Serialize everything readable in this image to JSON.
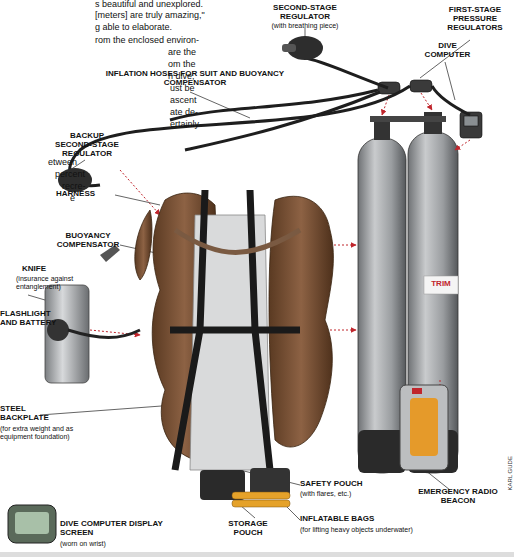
{
  "diagram": {
    "labels": [
      "SECOND-STAGE REGULATOR",
      "(with breathing piece)",
      "FIRST-STAGE PRESSURE REGULATORS",
      "DIVE COMPUTER",
      "INFLATION HOSES FOR SUIT AND BUOYANCY COMPENSATOR",
      "BACKUP SECOND-STAGE REGULATOR",
      "HARNESS",
      "BUOYANCY COMPENSATOR",
      "KNIFE",
      "(insurance against entanglement)",
      "FLASHLIGHT AND BATTERY",
      "STEEL BACKPLATE",
      "(for extra weight and as equipment foundation)",
      "EMERGENCY RADIO BEACON",
      "SAFETY POUCH",
      "(with flares, etc.)",
      "DIVE COMPUTER DISPLAY SCREEN",
      "(worn on wrist)",
      "STORAGE POUCH",
      "INFLATABLE BAGS",
      "(for lifting heavy objects underwater)",
      "KARL GUDE",
      "TRIM",
      "s beautiful and unexplored.",
      "[meters] are truly amazing,\"",
      "g able to elaborate.",
      "rom the enclosed environ-",
      "are the",
      "om the",
      "n dive,",
      "ust be",
      "ascent",
      "ate de-",
      "ertainly",
      "etween",
      "percent",
      "recre-",
      "e"
    ]
  }
}
